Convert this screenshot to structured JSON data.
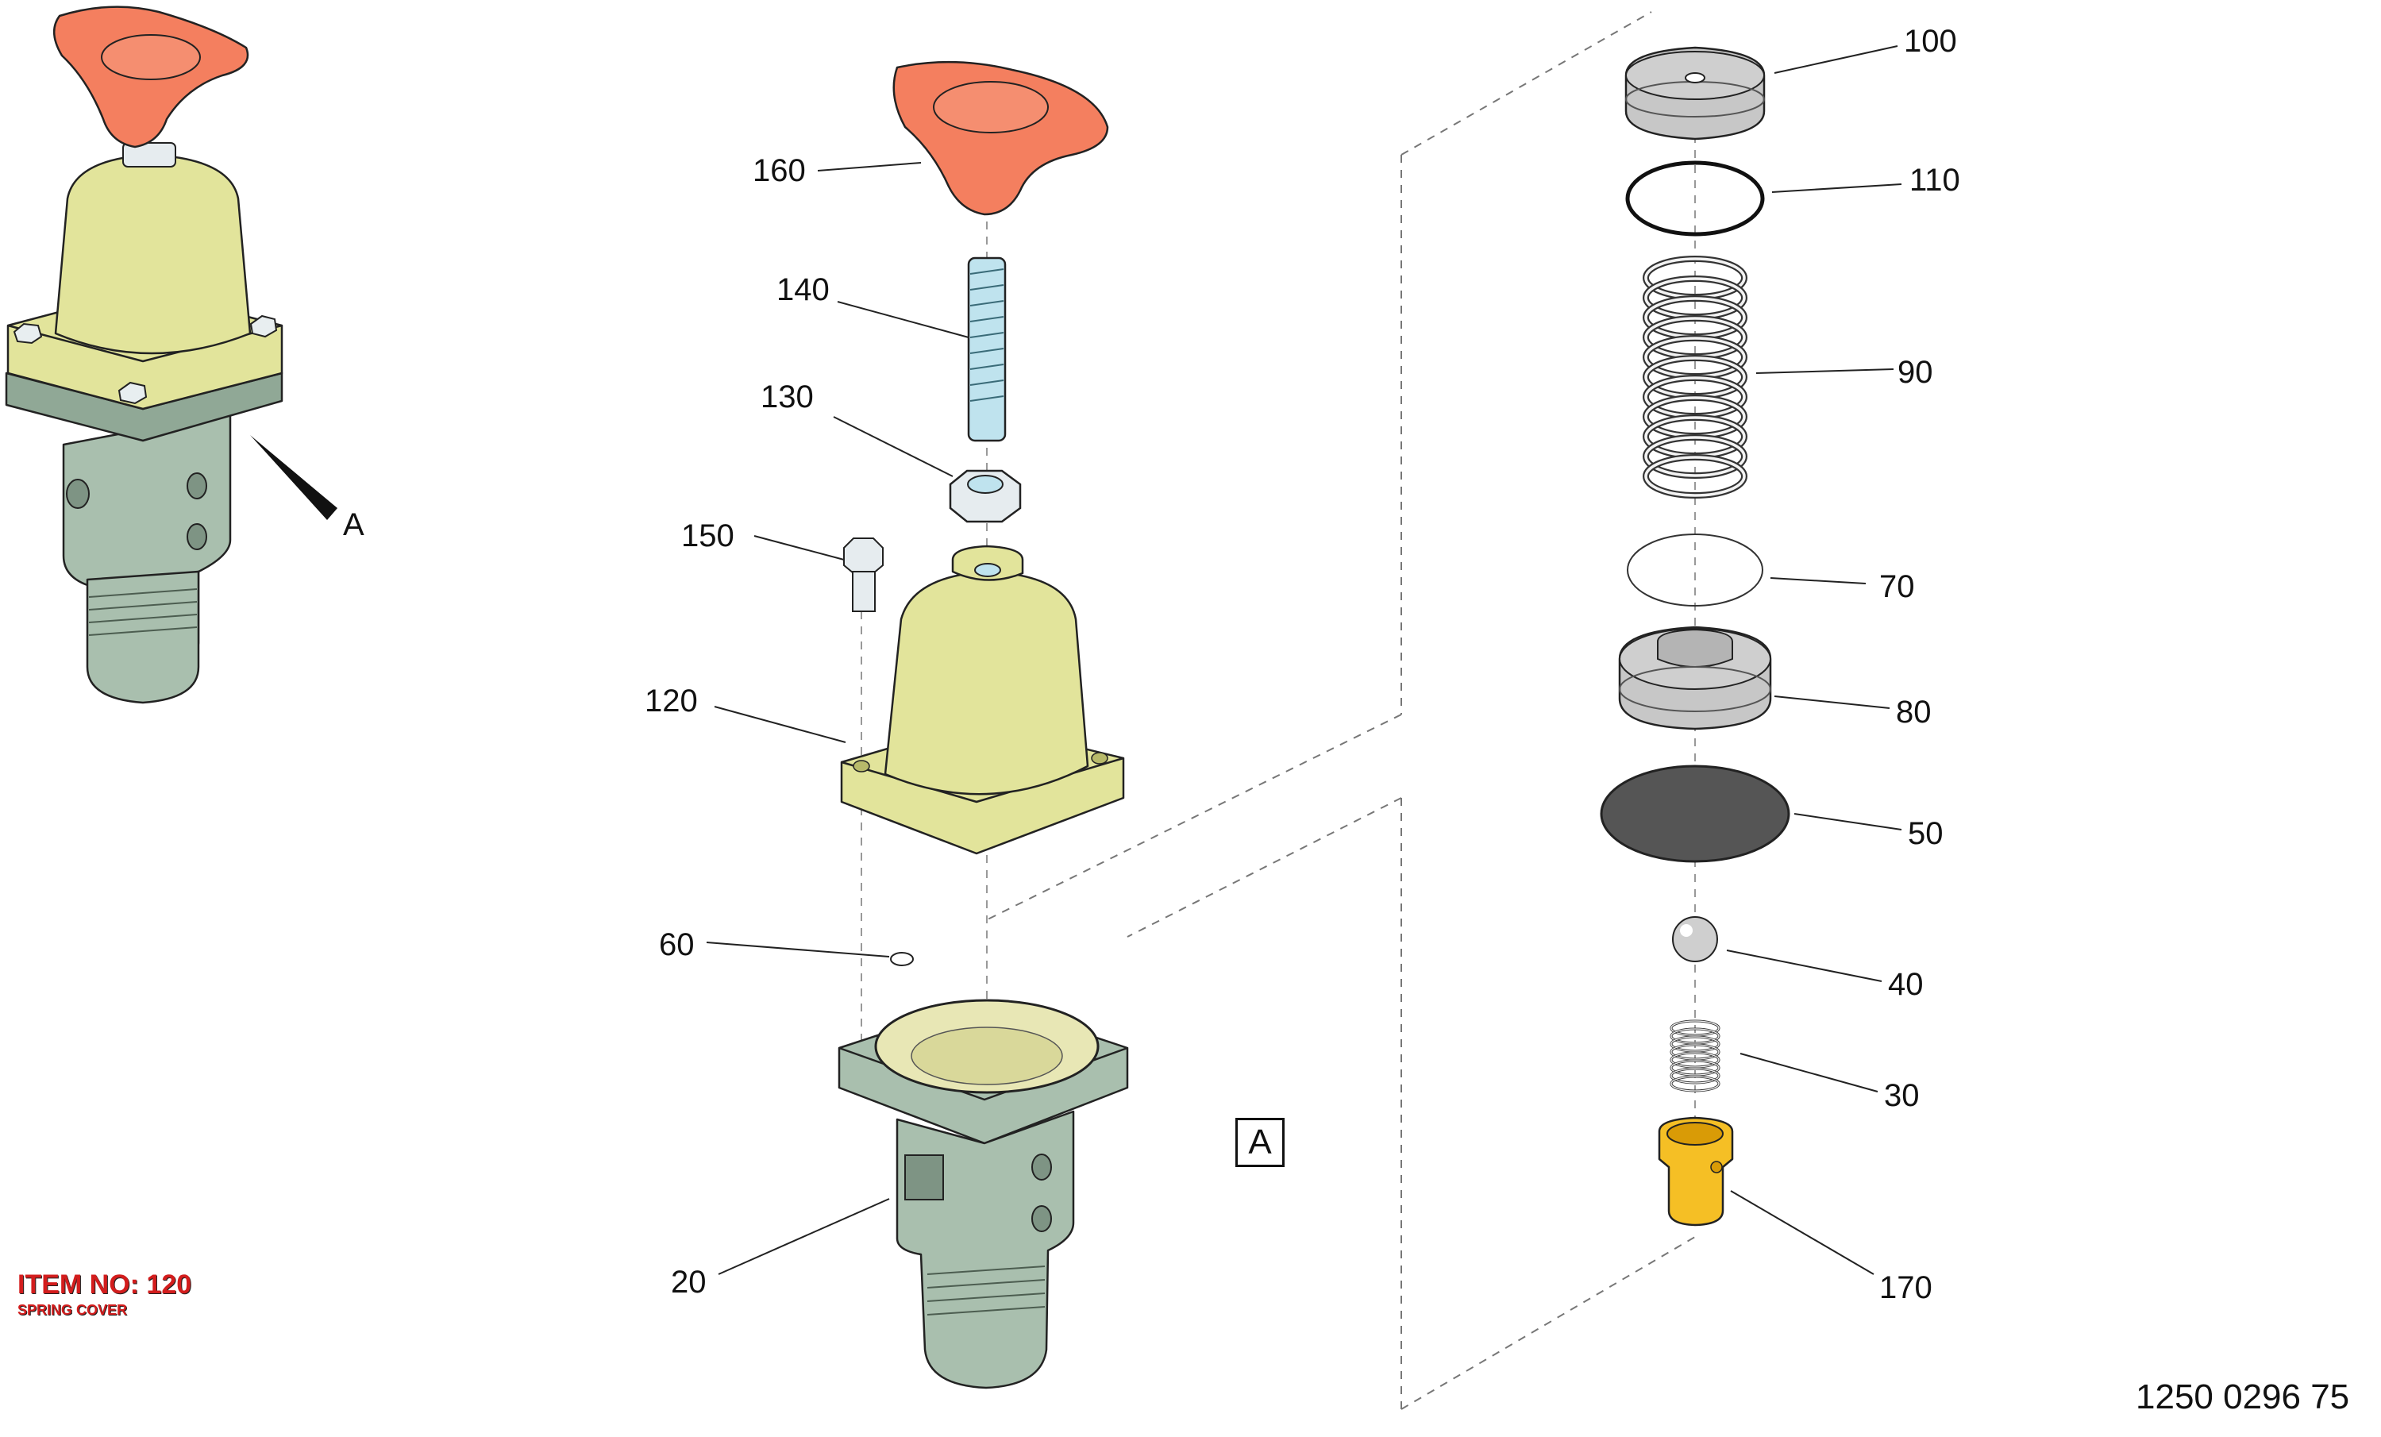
{
  "colors": {
    "knob": "#f47f5f",
    "spring_cover": "#e2e49b",
    "body": "#a9bfae",
    "body_dark": "#90a896",
    "stud": "#bfe3ee",
    "nut": "#e6ecef",
    "metal": "#c7c7c7",
    "diaphragm": "#555555",
    "insert": "#f5bf25"
  },
  "callouts": [
    {
      "id": "c160",
      "label": "160"
    },
    {
      "id": "c140",
      "label": "140"
    },
    {
      "id": "c130",
      "label": "130"
    },
    {
      "id": "c150",
      "label": "150"
    },
    {
      "id": "c120",
      "label": "120"
    },
    {
      "id": "c60",
      "label": "60"
    },
    {
      "id": "c20",
      "label": "20"
    },
    {
      "id": "c100",
      "label": "100"
    },
    {
      "id": "c110",
      "label": "110"
    },
    {
      "id": "c90",
      "label": "90"
    },
    {
      "id": "c70",
      "label": "70"
    },
    {
      "id": "c80",
      "label": "80"
    },
    {
      "id": "c50",
      "label": "50"
    },
    {
      "id": "c40",
      "label": "40"
    },
    {
      "id": "c30",
      "label": "30"
    },
    {
      "id": "c170",
      "label": "170"
    }
  ],
  "view_label": "A",
  "detail_label": "A",
  "item_no": "ITEM NO: 120",
  "item_description": "SPRING COVER",
  "drawing_number": "1250 0296 75"
}
